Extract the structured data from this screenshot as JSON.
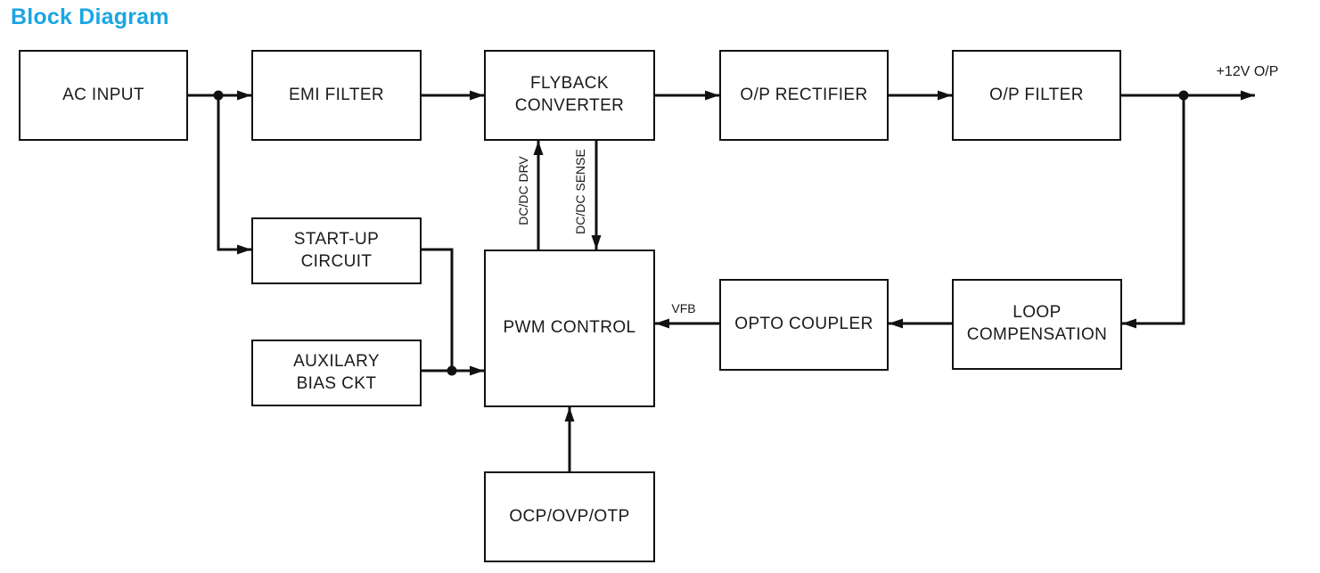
{
  "title": {
    "text": "Block Diagram"
  },
  "colors": {
    "title": "#1CA5E2",
    "line": "#111111",
    "box_border": "#111111",
    "box_fill": "#FFFFFF"
  },
  "blocks": [
    {
      "id": "ac-input",
      "label": "AC INPUT"
    },
    {
      "id": "emi-filter",
      "label": "EMI FILTER"
    },
    {
      "id": "flyback-converter",
      "label": "FLYBACK\nCONVERTER"
    },
    {
      "id": "op-rectifier",
      "label": "O/P RECTIFIER"
    },
    {
      "id": "op-filter",
      "label": "O/P FILTER"
    },
    {
      "id": "start-up-circuit",
      "label": "START-UP\nCIRCUIT"
    },
    {
      "id": "auxilary-bias-ckt",
      "label": "AUXILARY\nBIAS CKT"
    },
    {
      "id": "pwm-control",
      "label": "PWM CONTROL"
    },
    {
      "id": "ocp-ovp-otp",
      "label": "OCP/OVP/OTP"
    },
    {
      "id": "opto-coupler",
      "label": "OPTO COUPLER"
    },
    {
      "id": "loop-compensation",
      "label": "LOOP\nCOMPENSATION"
    }
  ],
  "signal_labels": {
    "dcdc_drv": "DC/DC DRV",
    "dcdc_sense": "DC/DC SENSE",
    "vfb": "VFB",
    "output": "+12V O/P"
  }
}
